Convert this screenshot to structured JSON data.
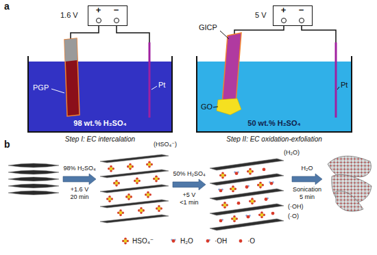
{
  "diagram": {
    "nodes": [
      {
        "text": [
          "+",
          "−"
        ]
      },
      {
        "text": [
          "+",
          "−"
        ]
      },
      {
        "text": [
          "98 wt.% H₂SO₄"
        ]
      },
      {
        "text": [
          "50 wt.% H₂SO₄"
        ]
      }
    ],
    "labels": [
      "a",
      "1.6 V",
      "PGP",
      "Pt",
      "Step I: EC intercalation",
      "5 V",
      "GICP",
      "GO",
      "Pt",
      "Step II: EC oxidation-exfoliation",
      "b",
      "(HSO₄⁻)",
      "98% H₂SO₄",
      "+1.6 V",
      "20 min",
      "50% H₂SO₄",
      "+5 V",
      "<1 min",
      "(H₂O)",
      "(·OH)",
      "(·O)",
      "H₂O",
      "Sonication",
      "5 min"
    ],
    "legend": [
      {
        "text": "HSO₄⁻"
      },
      {
        "text": "H₂O"
      },
      {
        "text": "·OH"
      },
      {
        "text": "·O"
      }
    ]
  }
}
